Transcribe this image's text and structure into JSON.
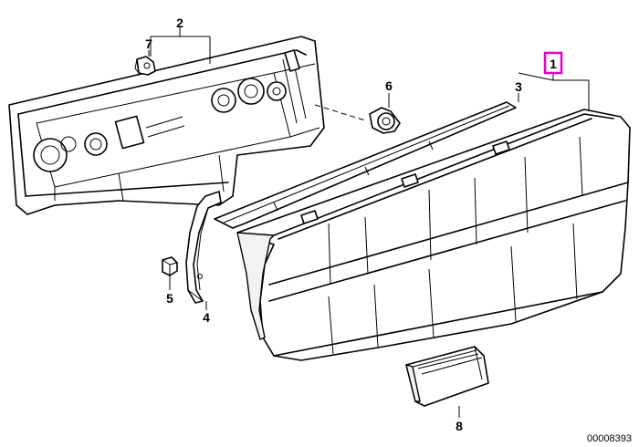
{
  "callouts": {
    "part_1": "1",
    "part_2": "2",
    "part_3": "3",
    "part_4": "4",
    "part_5": "5",
    "part_6": "6",
    "part_7": "7",
    "part_8": "8"
  },
  "highlight": {
    "part": "1",
    "color": "#e000c8"
  },
  "diagram_number": "00008393"
}
